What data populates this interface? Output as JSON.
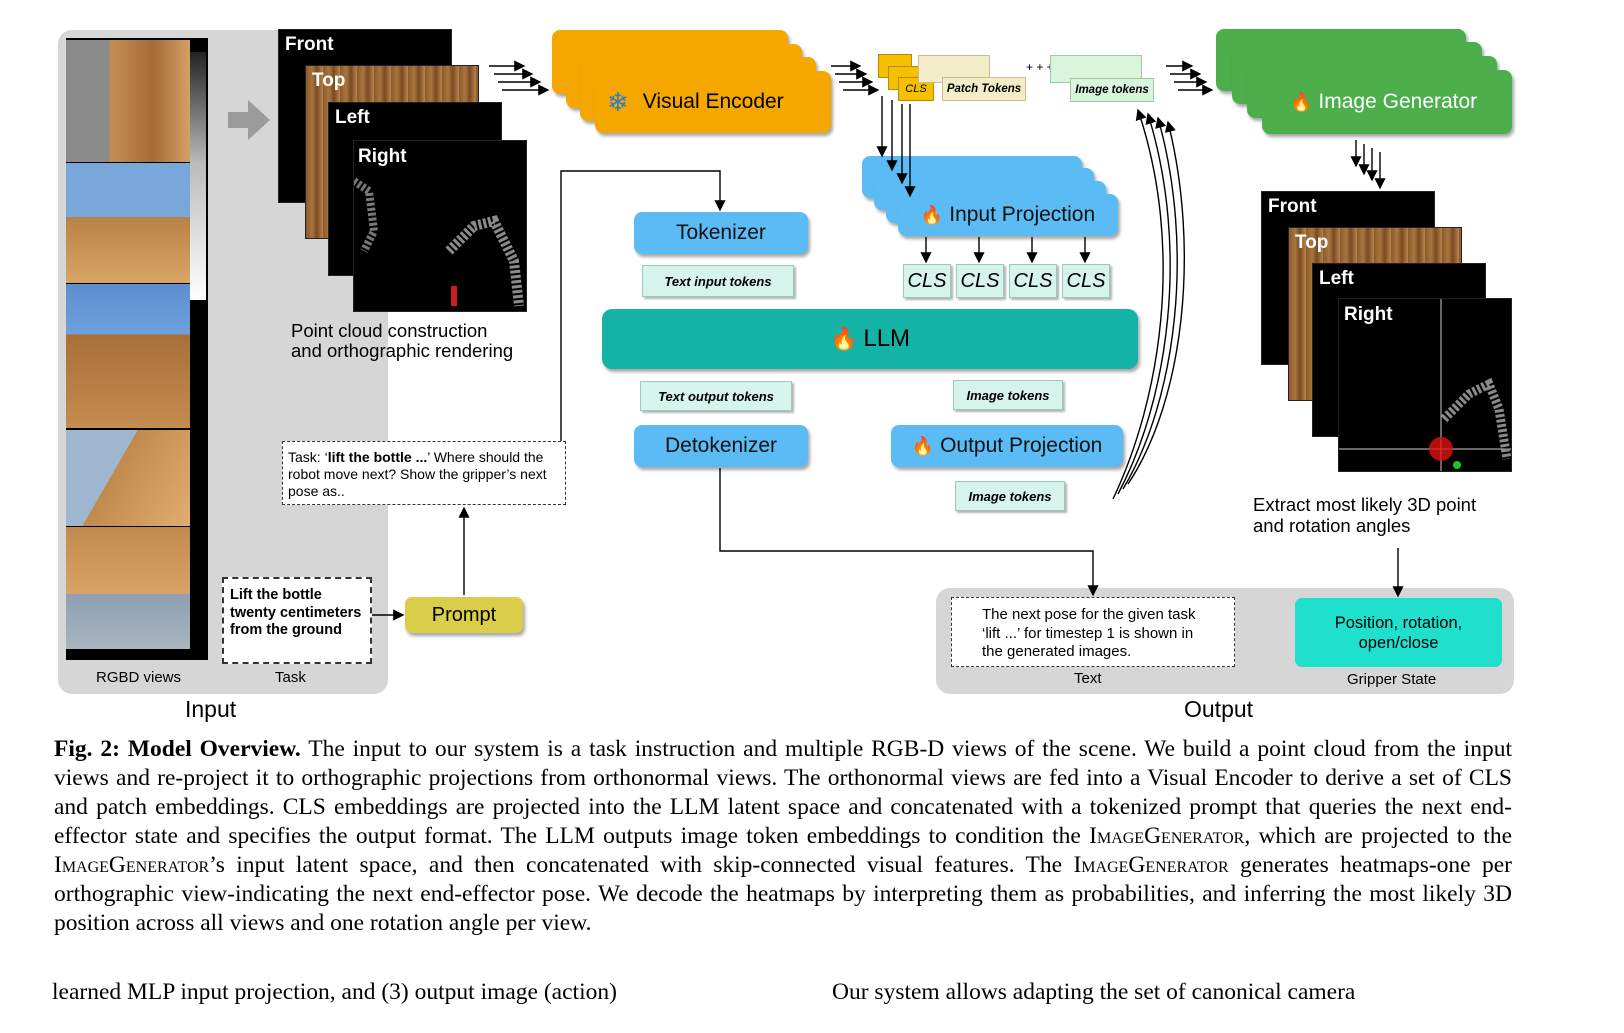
{
  "input": {
    "rgbd_label": "RGBD views",
    "task_label": "Task",
    "task_text": "Lift the bottle twenty centimeters from the ground",
    "section_title": "Input"
  },
  "views": {
    "front": "Front",
    "top": "Top",
    "left": "Left",
    "right": "Right"
  },
  "pointcloud_caption_line1": "Point cloud construction",
  "pointcloud_caption_line2": "and orthographic rendering",
  "visual_encoder": "Visual Encoder",
  "tokens": {
    "cls": "CLS",
    "patch": "Patch Tokens",
    "image": "Image tokens",
    "text_input": "Text input tokens",
    "text_output": "Text output tokens",
    "image_mid": "Image tokens",
    "image_bottom": "Image tokens"
  },
  "image_generator": "Image Generator",
  "tokenizer": "Tokenizer",
  "input_projection": "Input Projection",
  "cls_items": [
    "CLS",
    "CLS",
    "CLS",
    "CLS"
  ],
  "llm": "LLM",
  "detokenizer": "Detokenizer",
  "output_projection": "Output Projection",
  "prompt": {
    "label": "Prompt",
    "task_prefix": "Task: ‘",
    "task_bold": "lift the bottle ...",
    "task_suffix": "’ Where should the robot move next? Show the gripper’s next pose as.."
  },
  "extract_caption_line1": "Extract most likely 3D point",
  "extract_caption_line2": "and rotation angles",
  "output": {
    "text_box": "The next pose for the given task ‘lift ...’ for timestep 1 is shown in the generated images.",
    "text_label": "Text",
    "gripper_box": "Position, rotation, open/close",
    "gripper_label": "Gripper State",
    "section_title": "Output"
  },
  "caption": {
    "fig_label": "Fig. 2:",
    "fig_title": "Model Overview.",
    "part1": "The input to our system is a task instruction and multiple RGB-D views of the scene. We build a point cloud from the input views and re-project it to orthographic projections from orthonormal views. The orthonormal views are fed into a Visual Encoder to derive a set of CLS and patch embeddings. CLS embeddings are projected into the LLM latent space and concatenated with a tokenized prompt that queries the next end-effector state and specifies the output format. The LLM outputs image token embeddings to condition the",
    "sc1": "ImageGenerator",
    "part2": ", which are projected to the",
    "sc2": "ImageGenerator",
    "part3": "’s input latent space, and then concatenated with skip-connected visual features. The",
    "sc3": "ImageGenerator",
    "part4": "generates heatmaps-one per orthographic view-indicating the next end-effector pose. We decode the heatmaps by interpreting them as probabilities, and inferring the most likely 3D position across all views and one rotation angle per view.",
    "bottom_left": "learned MLP input projection, and (3) output image (action)",
    "bottom_right": "Our system allows adapting the set of canonical camera"
  }
}
